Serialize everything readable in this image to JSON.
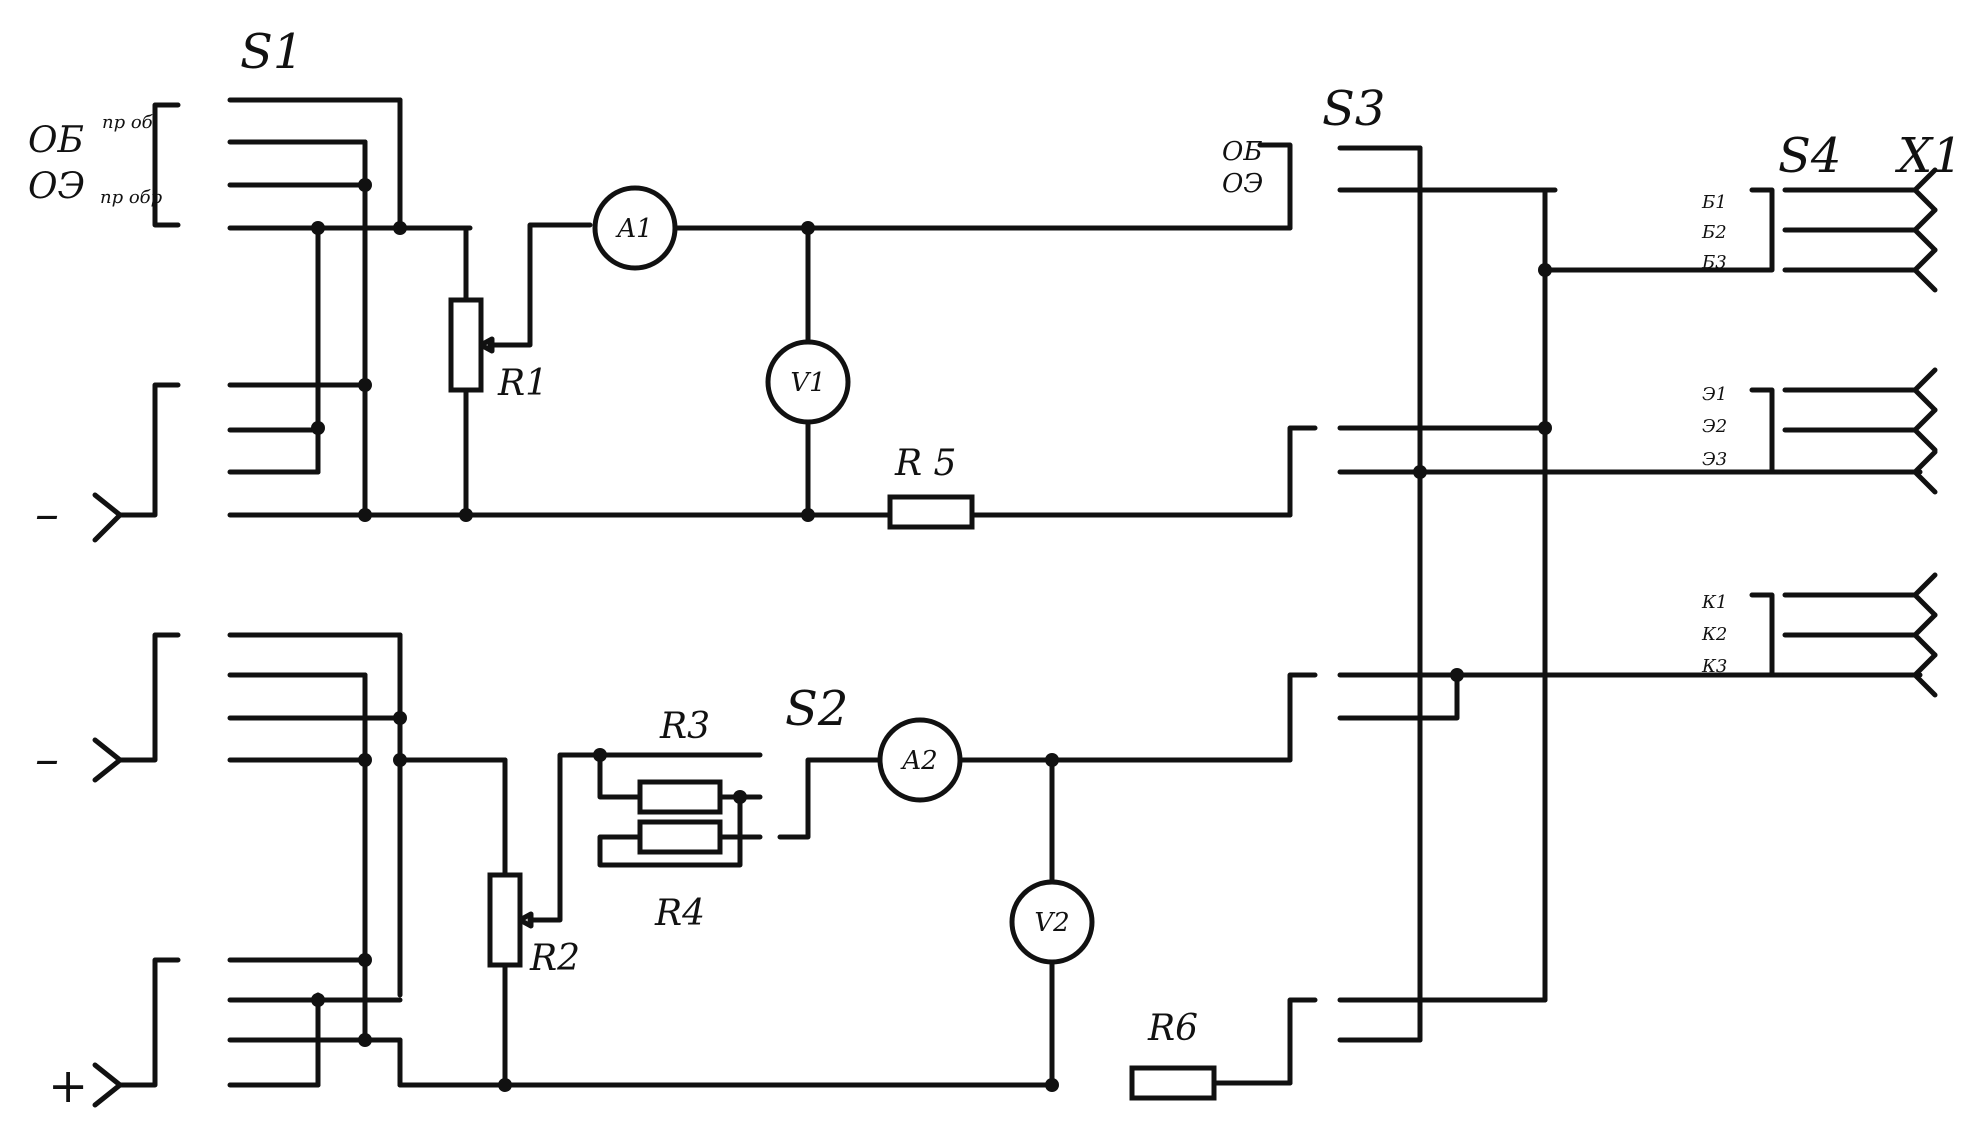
{
  "switches": {
    "s1": "S1",
    "s2": "S2",
    "s3": "S3",
    "s4": "S4",
    "x1": "X1"
  },
  "modes": {
    "s1_ob": "ОБ",
    "s1_oe": "ОЭ",
    "s1_ob_small": "пр об",
    "s1_oe_small": "пр обр",
    "s3_ob": "ОБ",
    "s3_oe": "ОЭ"
  },
  "terminals": {
    "minus_top": "–",
    "minus_mid": "–",
    "plus_bottom": "+"
  },
  "instruments": {
    "a1": "A1",
    "a2": "A2",
    "v1": "V1",
    "v2": "V2"
  },
  "resistors": {
    "r1": "R1",
    "r2": "R2",
    "r3": "R3",
    "r4": "R4",
    "r5": "R 5",
    "r6": "R6"
  },
  "s4_groups": {
    "base": [
      "Б1",
      "Б2",
      "Б3"
    ],
    "emitter": [
      "Э1",
      "Э2",
      "Э3"
    ],
    "collector": [
      "К1",
      "К2",
      "К3"
    ]
  }
}
